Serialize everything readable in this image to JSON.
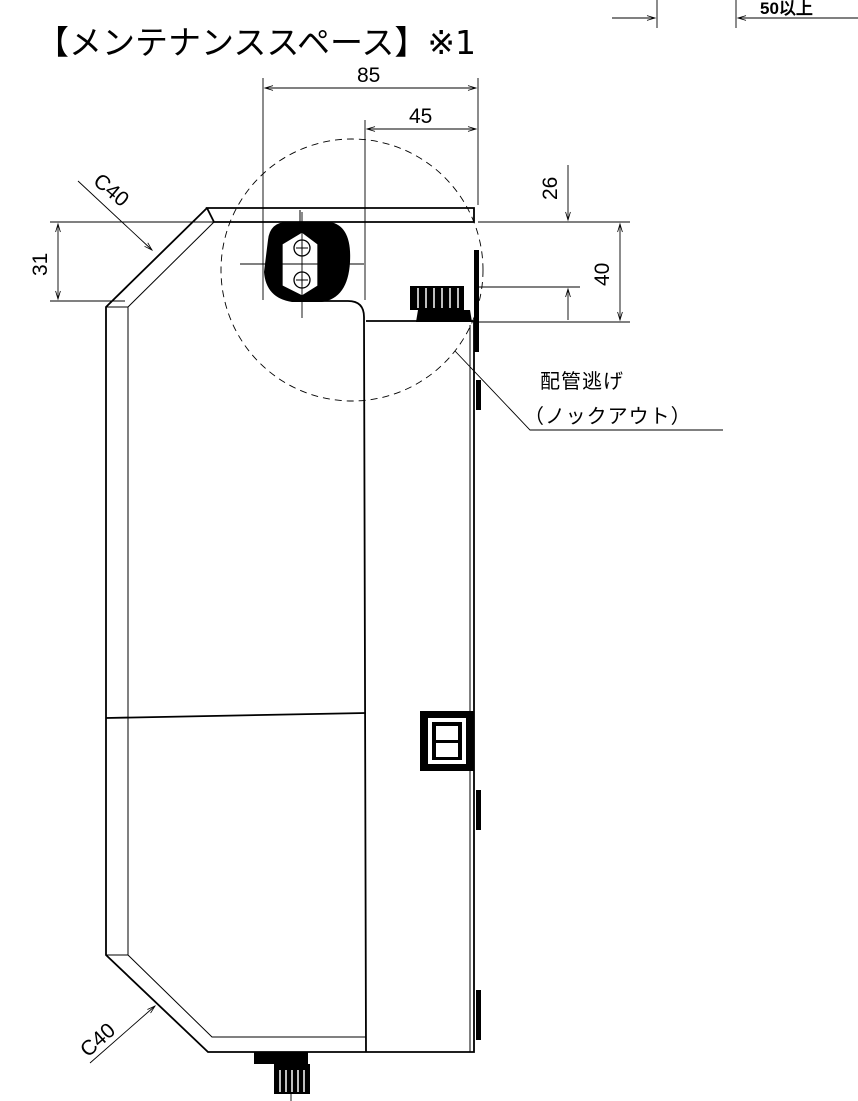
{
  "title": "【メンテナンススペース】※1",
  "top_right_clearance": "50以上",
  "dimensions": {
    "width_85": "85",
    "width_45": "45",
    "height_31": "31",
    "height_26": "26",
    "height_40": "40",
    "chamfer_top": "C40",
    "chamfer_bottom": "C40"
  },
  "labels": {
    "pipe_line1": "配管逃げ",
    "pipe_line2": "（ノックアウト）"
  }
}
